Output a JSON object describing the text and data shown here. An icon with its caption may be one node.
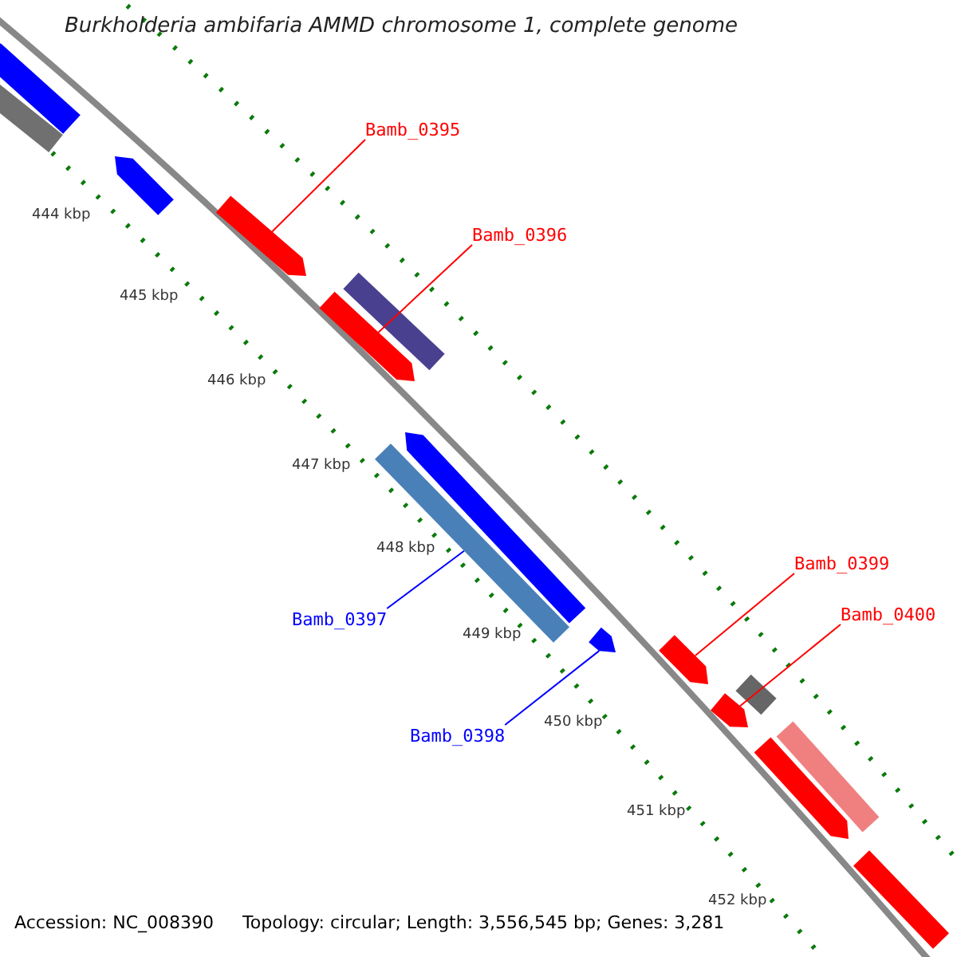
{
  "diagram": {
    "title": "Burkholderia ambifaria AMMD chromosome 1, complete genome",
    "nodes": [
      {
        "text": [],
        "shape": "bar"
      },
      {
        "text": [],
        "shape": "bar"
      },
      {
        "text": [],
        "shape": "bar"
      },
      {
        "text": [
          "Bamb_0395"
        ]
      },
      {
        "text": [],
        "shape": "bar"
      },
      {
        "text": [
          "Bamb_0396"
        ]
      },
      {
        "text": [],
        "shape": "bar"
      },
      {
        "text": [],
        "shape": "bar"
      },
      {
        "text": [],
        "shape": "bar"
      },
      {
        "text": [],
        "shape": "bar"
      },
      {
        "text": [
          "Bamb_0397"
        ]
      },
      {
        "text": [],
        "shape": "bar"
      },
      {
        "text": [
          "Bamb_0398"
        ]
      },
      {
        "text": [
          "Bamb_0399"
        ]
      },
      {
        "text": [],
        "shape": "bar"
      },
      {
        "text": [],
        "shape": "bar"
      },
      {
        "text": [
          "Bamb_0400"
        ]
      },
      {
        "text": [],
        "shape": "bar"
      },
      {
        "text": [],
        "shape": "bar"
      },
      {
        "text": [],
        "shape": "bar"
      },
      {
        "text": [],
        "shape": "bar"
      }
    ],
    "edges": [
      {
        "from": 3,
        "to": 4,
        "arrow": "none"
      },
      {
        "from": 5,
        "to": 7,
        "arrow": "none"
      },
      {
        "from": 10,
        "to": 9,
        "arrow": "none",
        "color": "#0000ff"
      },
      {
        "from": 12,
        "to": 11,
        "arrow": "none",
        "color": "#0000ff"
      },
      {
        "from": 13,
        "to": 14,
        "arrow": "none"
      },
      {
        "from": 16,
        "to": 17,
        "arrow": "none"
      }
    ],
    "labels": [
      "444 kbp",
      "445 kbp",
      "446 kbp",
      "447 kbp",
      "448 kbp",
      "449 kbp",
      "450 kbp",
      "451 kbp",
      "452 kbp",
      "Accession: NC_008390",
      "Topology: circular; Length: 3,556,545 bp; Genes: 3,281"
    ]
  }
}
